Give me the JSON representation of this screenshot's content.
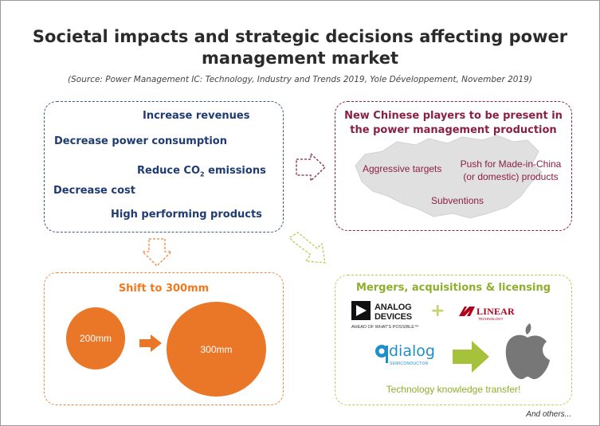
{
  "title": "Societal impacts and strategic decisions affecting power management market",
  "source": "(Source: Power Management IC: Technology, Industry and Trends 2019, Yole Développement, November 2019)",
  "drivers": {
    "increase_revenues": "Increase revenues",
    "decrease_power": "Decrease power consumption",
    "reduce_co2_prefix": "Reduce CO",
    "reduce_co2_sub": "2",
    "reduce_co2_suffix": " emissions",
    "decrease_cost": "Decrease cost",
    "high_performing": "High performing products"
  },
  "chinese": {
    "title": "New Chinese players to be present in the power management production",
    "aggressive": "Aggressive targets",
    "push": "Push for Made-in-China (or domestic) products",
    "subventions": "Subventions"
  },
  "shift": {
    "title": "Shift to 300mm",
    "small": "200mm",
    "large": "300mm"
  },
  "mergers": {
    "title": "Mergers, acquisitions & licensing",
    "analog_line1": "ANALOG",
    "analog_line2": "DEVICES",
    "analog_tag": "AHEAD OF WHAT'S POSSIBLE™",
    "plus": "+",
    "linear": "LINEAR",
    "linear_sub": "TECHNOLOGY",
    "dialog": "dialog",
    "dialog_sub": "SEMICONDUCTOR",
    "transfer": "Technology knowledge transfer!"
  },
  "others": "And others...",
  "colors": {
    "blue": "#1f3b72",
    "red": "#8a1f45",
    "orange": "#e97727",
    "green": "#8fae2c"
  }
}
